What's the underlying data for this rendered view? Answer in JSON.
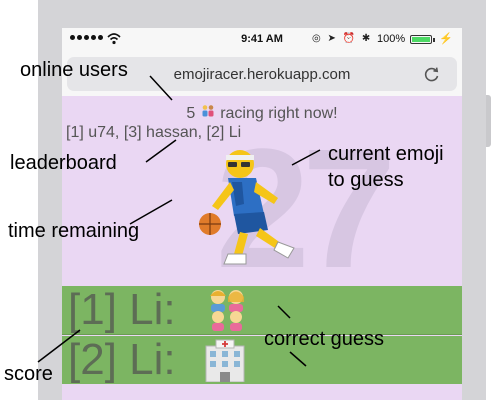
{
  "status_bar": {
    "time": "9:41 AM",
    "battery": "100%",
    "icons": "◎ ➤ ⏰ ✱"
  },
  "browser": {
    "url": "emojiracer.herokuapp.com"
  },
  "game": {
    "online_count": "5",
    "online_suffix": "racing right now!",
    "leaderboard": "[1] u74, [3] hassan, [2] Li",
    "timer": "27",
    "guesses": [
      {
        "label": "[1] Li:",
        "emoji": "family"
      },
      {
        "label": "[2] Li:",
        "emoji": "hospital"
      }
    ]
  },
  "annotations": {
    "online_users": "online users",
    "leaderboard": "leaderboard",
    "current_emoji_1": "current emoji",
    "current_emoji_2": "to guess",
    "time_remaining": "time remaining",
    "correct_guess": "correct guess",
    "score": "score"
  },
  "colors": {
    "page_bg": "#ead7f3",
    "correct_row": "#7cb562",
    "phone_frame": "#d4d4d7"
  }
}
